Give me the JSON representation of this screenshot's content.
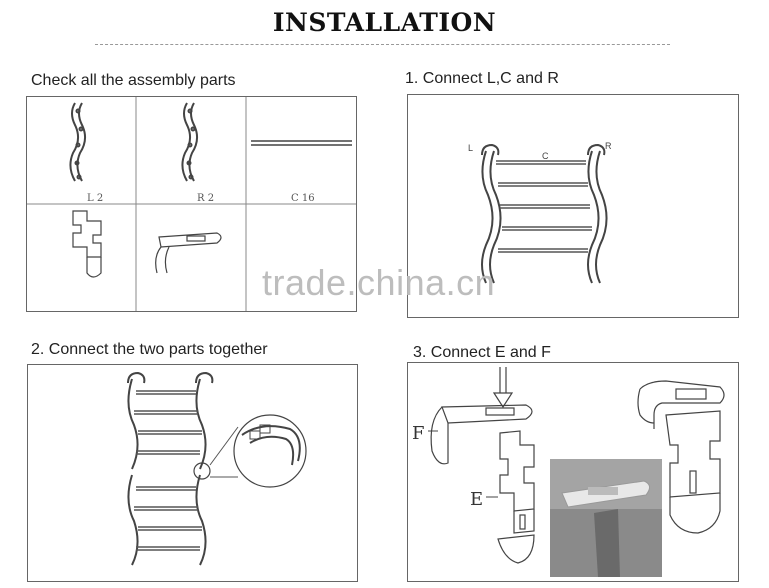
{
  "title": "INSTALLATION",
  "sections": {
    "parts": {
      "caption": "Check all the assembly parts",
      "labels": [
        "L  2",
        "R  2",
        "C  16"
      ]
    },
    "step1": {
      "caption": "1. Connect L,C and R",
      "labels": [
        "L",
        "C",
        "R"
      ]
    },
    "step2": {
      "caption": "2. Connect the two parts together"
    },
    "step3": {
      "caption": "3. Connect E and F",
      "labels": [
        "F",
        "E"
      ]
    }
  },
  "watermark": "trade.china.cn",
  "colors": {
    "line": "#666666",
    "stroke": "#444444",
    "watermark": "#bdbdbd"
  }
}
